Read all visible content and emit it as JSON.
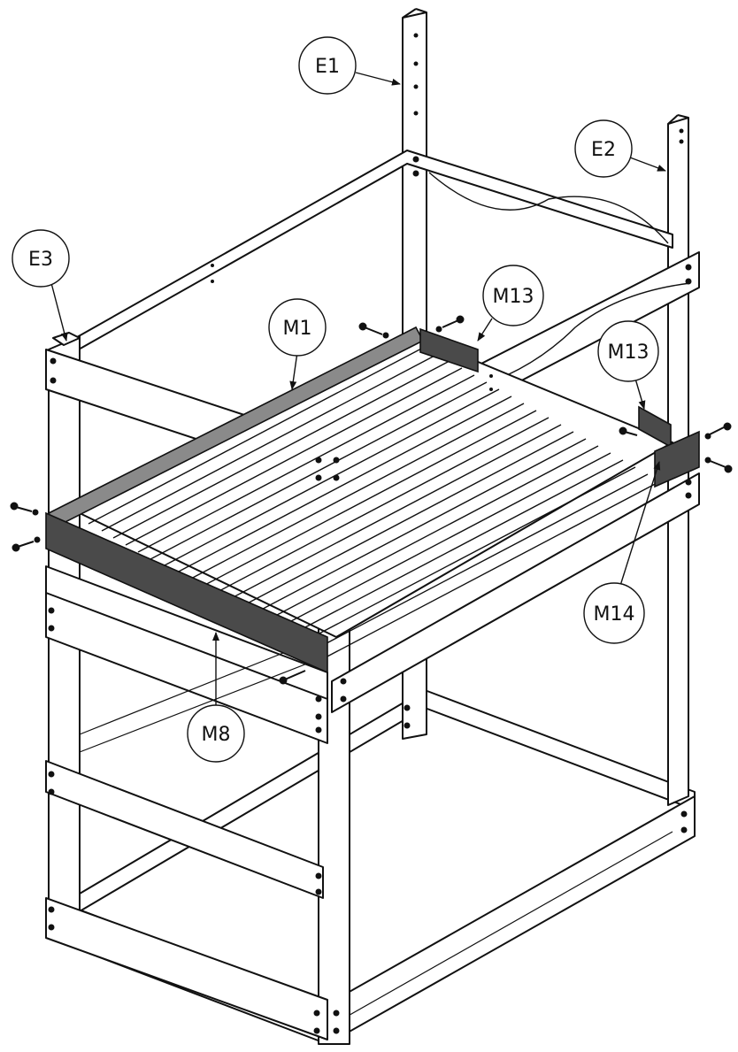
{
  "callouts": [
    {
      "id": "e1",
      "label": "E1"
    },
    {
      "id": "e2",
      "label": "E2"
    },
    {
      "id": "e3",
      "label": "E3"
    },
    {
      "id": "m1",
      "label": "M1"
    },
    {
      "id": "m13a",
      "label": "M13"
    },
    {
      "id": "m13b",
      "label": "M13"
    },
    {
      "id": "m14",
      "label": "M14"
    },
    {
      "id": "m8",
      "label": "M8"
    }
  ],
  "colors": {
    "line": "#111111",
    "wood": "#ffffff",
    "highlight": "#4a4a4a",
    "highlight_light": "#8a8a8a"
  }
}
